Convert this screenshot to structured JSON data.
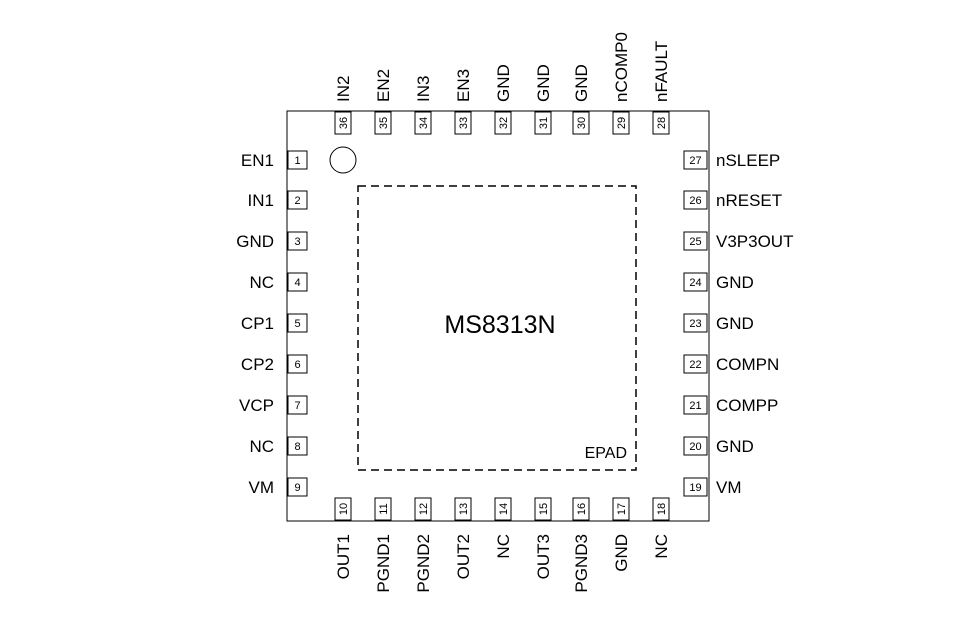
{
  "chip_name": "MS8313N",
  "epad_label": "EPAD",
  "pins": {
    "left": [
      {
        "num": "1",
        "name": "EN1"
      },
      {
        "num": "2",
        "name": "IN1"
      },
      {
        "num": "3",
        "name": "GND"
      },
      {
        "num": "4",
        "name": "NC"
      },
      {
        "num": "5",
        "name": "CP1"
      },
      {
        "num": "6",
        "name": "CP2"
      },
      {
        "num": "7",
        "name": "VCP"
      },
      {
        "num": "8",
        "name": "NC"
      },
      {
        "num": "9",
        "name": "VM"
      }
    ],
    "bottom": [
      {
        "num": "10",
        "name": "OUT1"
      },
      {
        "num": "11",
        "name": "PGND1"
      },
      {
        "num": "12",
        "name": "PGND2"
      },
      {
        "num": "13",
        "name": "OUT2"
      },
      {
        "num": "14",
        "name": "NC"
      },
      {
        "num": "15",
        "name": "OUT3"
      },
      {
        "num": "16",
        "name": "PGND3"
      },
      {
        "num": "17",
        "name": "GND"
      },
      {
        "num": "18",
        "name": "NC"
      }
    ],
    "right": [
      {
        "num": "19",
        "name": "VM"
      },
      {
        "num": "20",
        "name": "GND"
      },
      {
        "num": "21",
        "name": "COMPP"
      },
      {
        "num": "22",
        "name": "COMPN"
      },
      {
        "num": "23",
        "name": "GND"
      },
      {
        "num": "24",
        "name": "GND"
      },
      {
        "num": "25",
        "name": "V3P3OUT"
      },
      {
        "num": "26",
        "name": "nRESET"
      },
      {
        "num": "27",
        "name": "nSLEEP"
      }
    ],
    "top": [
      {
        "num": "28",
        "name": "nFAULT"
      },
      {
        "num": "29",
        "name": "nCOMP0"
      },
      {
        "num": "30",
        "name": "GND"
      },
      {
        "num": "31",
        "name": "GND"
      },
      {
        "num": "32",
        "name": "GND"
      },
      {
        "num": "33",
        "name": "EN3"
      },
      {
        "num": "34",
        "name": "IN3"
      },
      {
        "num": "35",
        "name": "EN2"
      },
      {
        "num": "36",
        "name": "IN2"
      }
    ]
  }
}
